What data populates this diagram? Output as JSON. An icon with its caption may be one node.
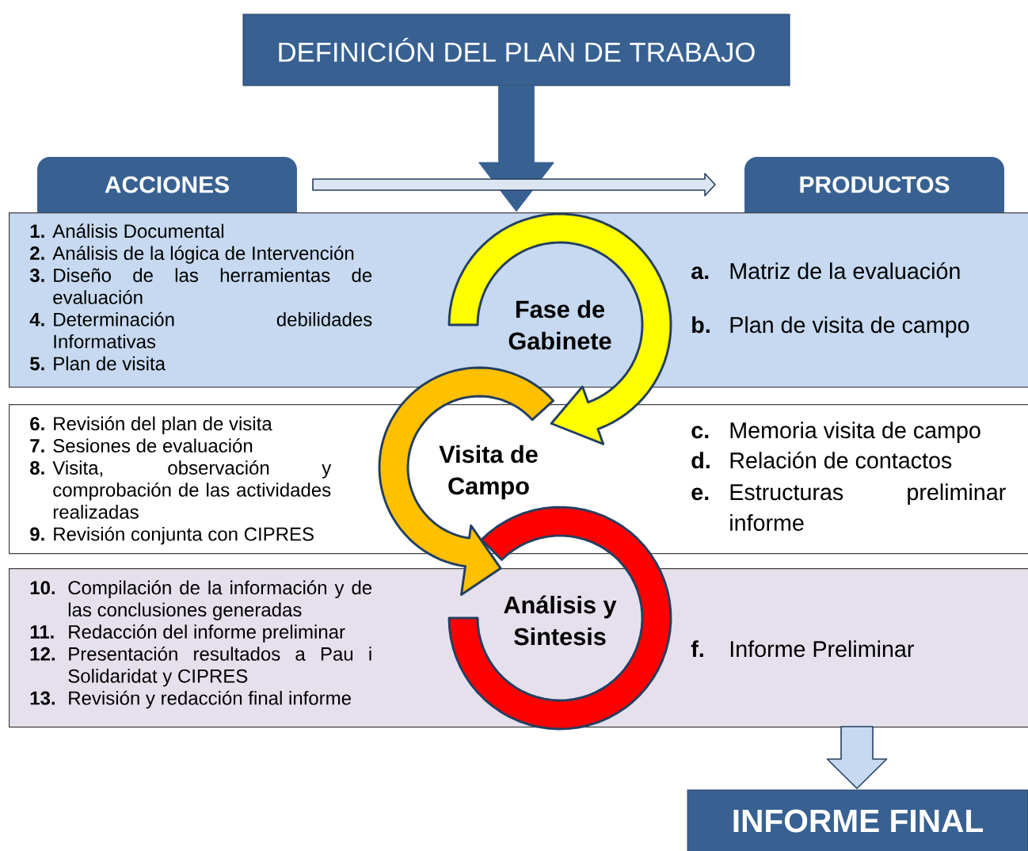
{
  "diagram": {
    "nodes": [
      {
        "text": [
          "DEFINICIÓN DEL PLAN DE TRABAJO"
        ]
      },
      {
        "text": [
          "ACCIONES"
        ]
      },
      {
        "text": [
          "PRODUCTOS"
        ]
      },
      {
        "text": [
          "1.",
          "Análisis Documental",
          "2.",
          "Análisis de la lógica de Intervención",
          "3.",
          "Diseño de las herramientas de evaluación",
          "4.",
          "Determinación debilidades Informativas",
          "5.",
          "Plan de visita",
          "a.",
          "Matriz de la evaluación",
          "b.",
          "Plan de visita de campo"
        ]
      },
      {
        "text": [
          "6.",
          "Revisión del plan de visita",
          "7.",
          "Sesiones de evaluación",
          "8.",
          "Visita, observación y comprobación de las actividades realizadas",
          "9.",
          "Revisión conjunta con CIPRES",
          "c.",
          "Memoria visita de campo",
          "d.",
          "Relación de contactos",
          "e.",
          "Estructuras preliminar informe"
        ]
      },
      {
        "text": [
          "10.",
          "Compilación de la información y de las conclusiones generadas",
          "11.",
          "Redacción del informe preliminar",
          "12.",
          "Presentación resultados a Pau i Solidaridat y CIPRES",
          "13.",
          "Revisión y redacción final informe",
          "f.",
          "Informe Preliminar"
        ]
      },
      {
        "text": [
          "Fase de Gabinete"
        ],
        "in": 3
      },
      {
        "text": [
          "Visita de Campo"
        ],
        "in": 4
      },
      {
        "text": [
          "Análisis y Sintesis"
        ],
        "in": 5
      },
      {
        "text": [
          "INFORME FINAL"
        ]
      }
    ],
    "edges": [
      {
        "from": 0,
        "to": 6,
        "arrow": "to"
      },
      {
        "from": 1,
        "to": 2,
        "arrow": "to"
      },
      {
        "from": 6,
        "to": 7,
        "arrow": "to"
      },
      {
        "from": 7,
        "to": 8,
        "arrow": "to"
      },
      {
        "from": 5,
        "to": 9,
        "arrow": "to"
      }
    ]
  }
}
